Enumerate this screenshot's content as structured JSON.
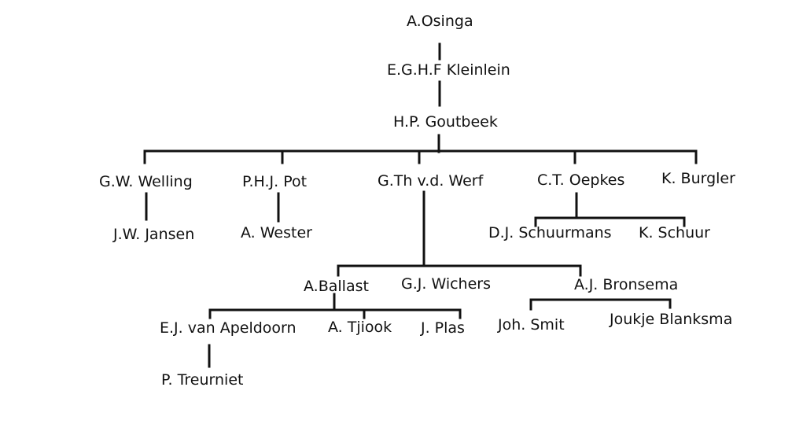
{
  "tree": {
    "root": "A.Osinga",
    "level2": "E.G.H.F Kleinlein",
    "level3": "H.P. Goutbeek",
    "children": {
      "welling": "G.W. Welling",
      "pot": "P.H.J. Pot",
      "werf": "G.Th v.d. Werf",
      "oepkes": "C.T. Oepkes",
      "burgler": "K. Burgler"
    },
    "grandchildren": {
      "jansen": "J.W. Jansen",
      "wester": "A. Wester",
      "schuurmans": "D.J. Schuurmans",
      "schuur": "K. Schuur",
      "ballast": "A.Ballast",
      "wichers": "G.J. Wichers",
      "bronsema": "A.J. Bronsema"
    },
    "great_grandchildren": {
      "apeldoorn": "E.J. van Apeldoorn",
      "tjiook": "A. Tjiook",
      "plas": "J. Plas",
      "smit": "Joh. Smit",
      "blanksma": "Joukje Blanksma"
    },
    "great_great_grandchildren": {
      "treurniet": "P. Treurniet"
    },
    "line_color": "#111111"
  }
}
